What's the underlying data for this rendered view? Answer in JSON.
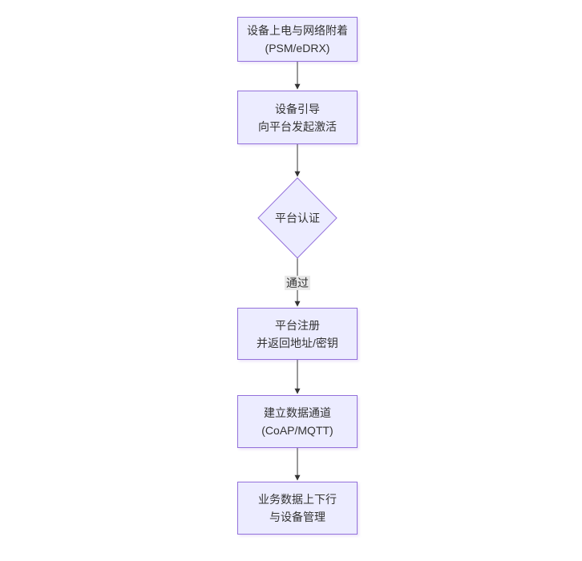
{
  "diagram": {
    "type": "flowchart",
    "direction": "top-down",
    "colors": {
      "background": "#ffffff",
      "node_fill": "#ECECFF",
      "node_border": "#9370DB",
      "text": "#333333",
      "edge": "#333333",
      "edge_label_bg": "#e8e8e8"
    },
    "nodes": [
      {
        "id": "power-network-attach",
        "shape": "rect",
        "lines": [
          "设备上电与网络附着",
          "(PSM/eDRX)"
        ]
      },
      {
        "id": "device-bootstrap",
        "shape": "rect",
        "lines": [
          "设备引导",
          "向平台发起激活"
        ]
      },
      {
        "id": "platform-auth",
        "shape": "diamond",
        "lines": [
          "平台认证"
        ]
      },
      {
        "id": "platform-register",
        "shape": "rect",
        "lines": [
          "平台注册",
          "并返回地址/密钥"
        ]
      },
      {
        "id": "data-channel",
        "shape": "rect",
        "lines": [
          "建立数据通道",
          "(CoAP/MQTT)"
        ]
      },
      {
        "id": "business-data",
        "shape": "rect",
        "lines": [
          "业务数据上下行",
          "与设备管理"
        ]
      }
    ],
    "edges": [
      {
        "from": "power-network-attach",
        "to": "device-bootstrap",
        "label": ""
      },
      {
        "from": "device-bootstrap",
        "to": "platform-auth",
        "label": ""
      },
      {
        "from": "platform-auth",
        "to": "platform-register",
        "label": "通过"
      },
      {
        "from": "platform-register",
        "to": "data-channel",
        "label": ""
      },
      {
        "from": "data-channel",
        "to": "business-data",
        "label": ""
      }
    ]
  }
}
